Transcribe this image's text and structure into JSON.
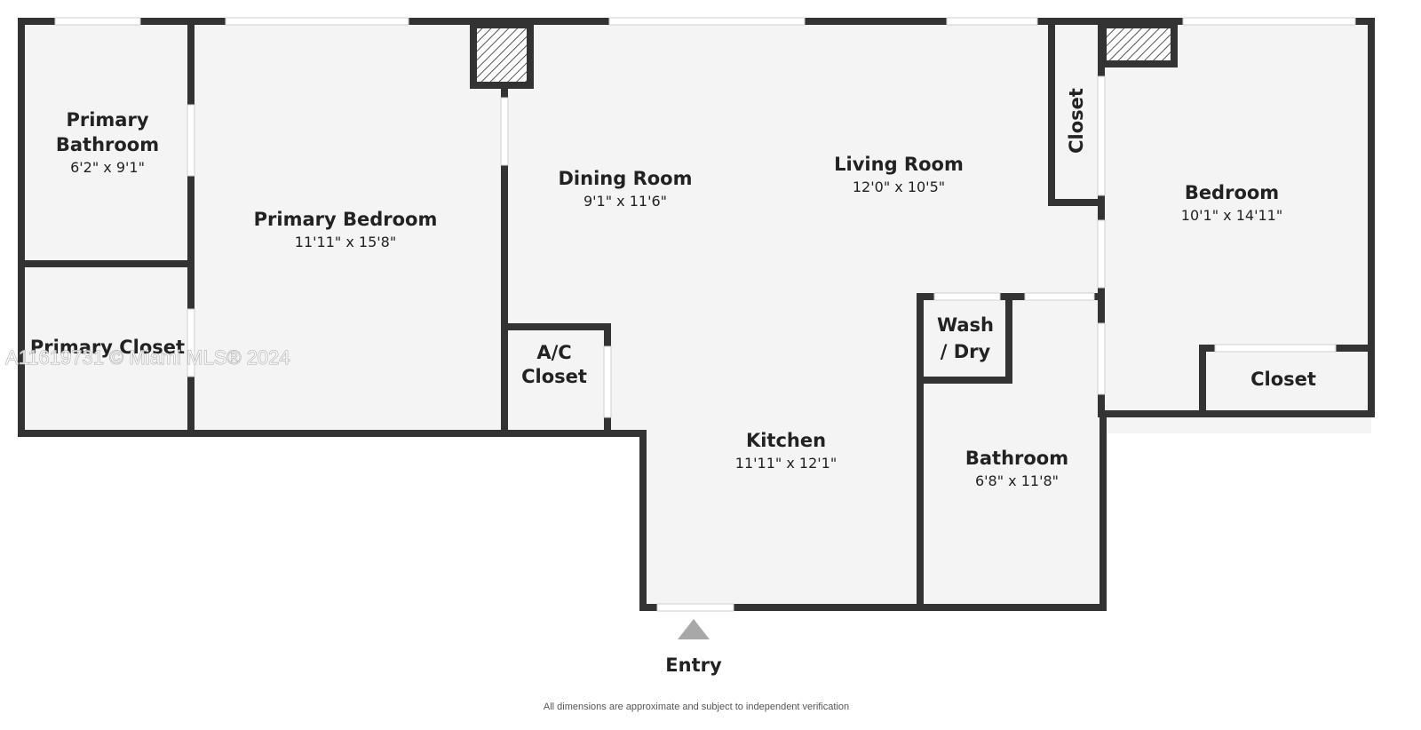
{
  "rooms": {
    "primary_bathroom": {
      "name_line1": "Primary",
      "name_line2": "Bathroom",
      "dims": "6'2\" x 9'1\""
    },
    "primary_closet": {
      "name": "Primary Closet"
    },
    "primary_bedroom": {
      "name": "Primary Bedroom",
      "dims": "11'11\" x 15'8\""
    },
    "ac_closet": {
      "name_line1": "A/C",
      "name_line2": "Closet"
    },
    "dining_room": {
      "name": "Dining Room",
      "dims": "9'1\" x 11'6\""
    },
    "living_room": {
      "name": "Living Room",
      "dims": "12'0\" x 10'5\""
    },
    "kitchen": {
      "name": "Kitchen",
      "dims": "11'11\" x 12'1\""
    },
    "wash_dry": {
      "name_line1": "Wash",
      "name_line2": "/ Dry"
    },
    "bathroom": {
      "name": "Bathroom",
      "dims": "6'8\" x 11'8\""
    },
    "closet_upper": {
      "name": "Closet"
    },
    "bedroom": {
      "name": "Bedroom",
      "dims": "10'1\" x 14'11\""
    },
    "closet_lower": {
      "name": "Closet"
    }
  },
  "entry": {
    "label": "Entry"
  },
  "footer": {
    "disclaimer": "All dimensions are approximate and subject to independent verification"
  },
  "watermark": {
    "text": "A11619731 © Miami MLS® 2024"
  },
  "colors": {
    "wall": "#333333",
    "floor": "#f4f4f4",
    "opening": "#ffffff",
    "entry_arrow": "#a8a8a8"
  }
}
